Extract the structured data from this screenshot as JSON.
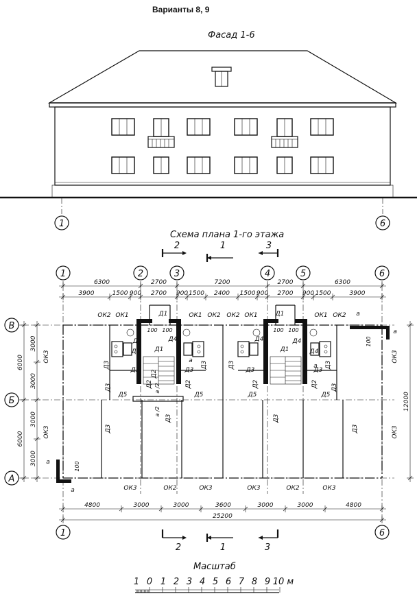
{
  "header": {
    "variant_title": "Варианты  8, 9"
  },
  "facade": {
    "title": "Фасад 1-6",
    "axis_left": "1",
    "axis_right": "6"
  },
  "plan": {
    "title": "Схема плана 1-го этажа",
    "axes_x": [
      "1",
      "2",
      "3",
      "4",
      "5",
      "6"
    ],
    "axes_y": [
      "В",
      "Б",
      "А"
    ],
    "section_marks": [
      "2",
      "1",
      "3"
    ],
    "dims_top_1": [
      "6300",
      "2700",
      "7200",
      "2700",
      "6300"
    ],
    "dims_top_2": [
      "3900",
      "1500",
      "900",
      "2700",
      "900",
      "1500",
      "2400",
      "1500",
      "900",
      "2700",
      "900",
      "1500",
      "3900"
    ],
    "dims_bottom_1": [
      "4800",
      "3000",
      "3000",
      "3600",
      "3000",
      "3000",
      "4800"
    ],
    "dims_bottom_total": "25200",
    "dims_left_outer": [
      "6000",
      "6000"
    ],
    "dims_left_inner": [
      "3000",
      "3000",
      "3000",
      "3000"
    ],
    "dims_right": "12000",
    "labels_ok": [
      "ОК2",
      "ОК1",
      "ОК1",
      "ОК2",
      "ОК2",
      "ОК1",
      "ОК1",
      "ОК2"
    ],
    "labels_ok3": "ОК3",
    "labels_d": [
      "Д1",
      "Д2",
      "Д3",
      "Д4",
      "Д5"
    ],
    "label_a": "а",
    "label_a2": "а /2",
    "label_100": "100"
  },
  "scale": {
    "title": "Масштаб",
    "ticks": [
      "1",
      "0",
      "1",
      "2",
      "3",
      "4",
      "5",
      "6",
      "7",
      "8",
      "9",
      "10 м"
    ]
  }
}
